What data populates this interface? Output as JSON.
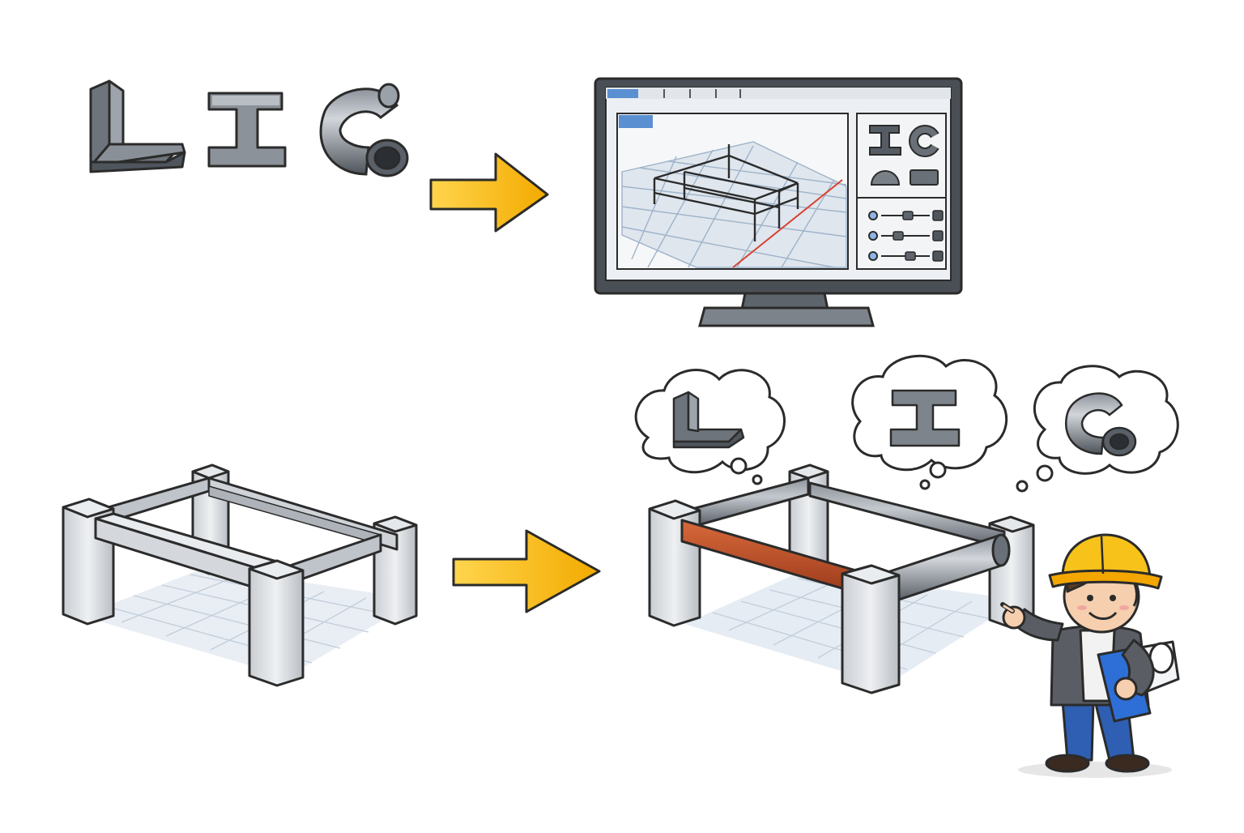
{
  "colors": {
    "steel_light": "#d9dce0",
    "steel_mid": "#9aa0a8",
    "steel_dark": "#5f656d",
    "outline": "#2b2b2b",
    "arrow": "#f4b400",
    "highlight_beam": "#c0502a",
    "grid": "#c8d2df",
    "floor": "#eef2f7",
    "screen_bg": "#eceff3",
    "helmet": "#f7c21a",
    "shirt_blue": "#2f66c4",
    "jacket": "#5a5e64"
  },
  "icons": {
    "profiles": [
      "angle-profile-icon",
      "i-beam-profile-icon",
      "pipe-elbow-icon"
    ],
    "thought_bubbles": [
      "angle-profile-icon",
      "i-beam-profile-icon",
      "pipe-elbow-icon"
    ],
    "flow_arrows": [
      "arrow-right-icon",
      "arrow-right-icon"
    ]
  },
  "monitor": {
    "tabs": 5,
    "active_tab": 0,
    "sliders": [
      0.55,
      0.35,
      0.6
    ]
  }
}
